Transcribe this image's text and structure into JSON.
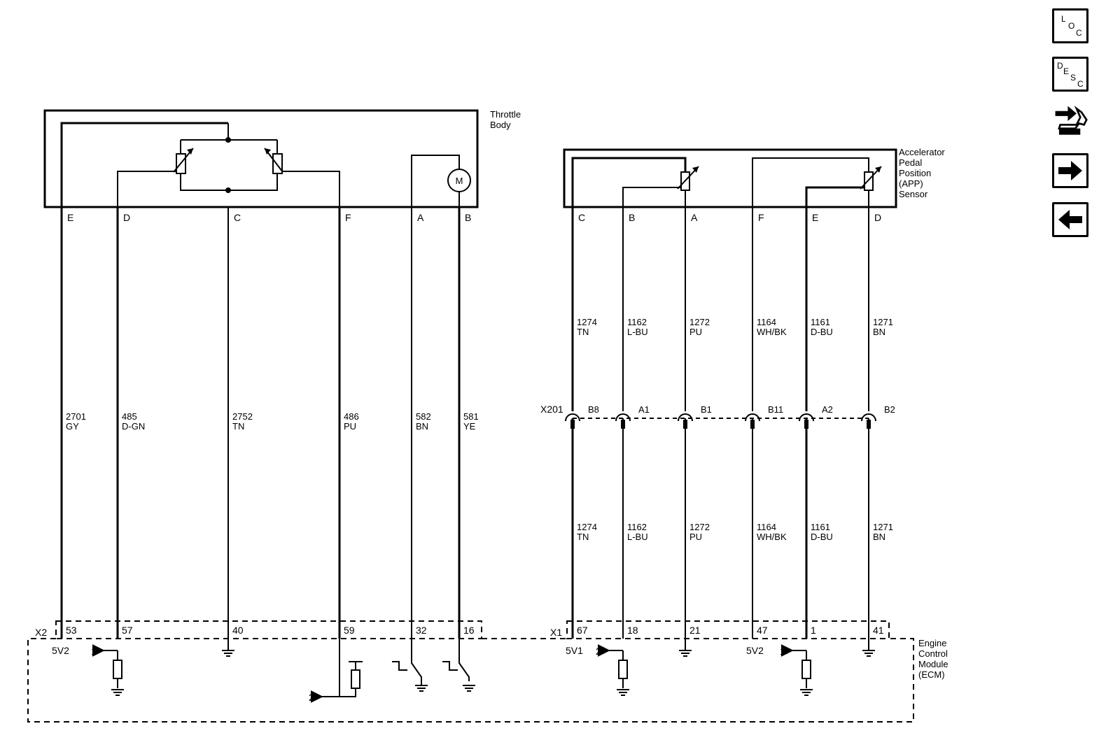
{
  "components": {
    "throttle_body": "Throttle\nBody",
    "app_sensor": "Accelerator\nPedal\nPosition\n(APP)\nSensor",
    "ecm": "Engine\nControl\nModule\n(ECM)",
    "motor": "M"
  },
  "connectors": {
    "ecm_x2": "X2",
    "ecm_x1": "X1",
    "inline": "X201"
  },
  "throttle_circuits": [
    {
      "pin": "E",
      "wire": "2701",
      "color": "GY",
      "ecm_pin": "53"
    },
    {
      "pin": "D",
      "wire": "485",
      "color": "D-GN",
      "ecm_pin": "57"
    },
    {
      "pin": "C",
      "wire": "2752",
      "color": "TN",
      "ecm_pin": "40"
    },
    {
      "pin": "F",
      "wire": "486",
      "color": "PU",
      "ecm_pin": "59"
    },
    {
      "pin": "A",
      "wire": "582",
      "color": "BN",
      "ecm_pin": "32"
    },
    {
      "pin": "B",
      "wire": "581",
      "color": "YE",
      "ecm_pin": "16"
    }
  ],
  "app_circuits": [
    {
      "pin": "C",
      "wire": "1274",
      "color": "TN",
      "x201_pin": "B8",
      "ecm_pin": "67"
    },
    {
      "pin": "B",
      "wire": "1162",
      "color": "L-BU",
      "x201_pin": "A1",
      "ecm_pin": "18"
    },
    {
      "pin": "A",
      "wire": "1272",
      "color": "PU",
      "x201_pin": "B1",
      "ecm_pin": "21"
    },
    {
      "pin": "F",
      "wire": "1164",
      "color": "WH/BK",
      "x201_pin": "B11",
      "ecm_pin": "47"
    },
    {
      "pin": "E",
      "wire": "1161",
      "color": "D-BU",
      "x201_pin": "A2",
      "ecm_pin": "1"
    },
    {
      "pin": "D",
      "wire": "1271",
      "color": "BN",
      "x201_pin": "B2",
      "ecm_pin": "41"
    }
  ],
  "ecm_refs": {
    "v5_2": "5V2",
    "v5_1": "5V1",
    "ref1": "1",
    "ref2": "2"
  },
  "nav": {
    "loc": "LOC",
    "desc": "DESC",
    "icons": [
      "loc-icon",
      "desc-icon",
      "wrench-arrow-icon",
      "arrow-right-icon",
      "arrow-left-icon"
    ]
  },
  "colors": {
    "line": "#000000",
    "background": "#ffffff"
  }
}
